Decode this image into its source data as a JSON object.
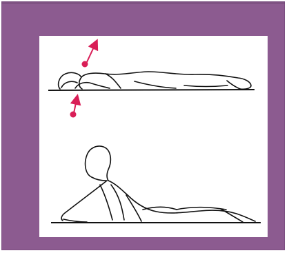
{
  "colors": {
    "frame": "#8c5b90",
    "panel": "#ffffff",
    "ink": "#111111",
    "arrow": "#d91e57"
  },
  "figures": [
    {
      "name": "prone-resting-figure",
      "icon": "prone-body-outline"
    },
    {
      "name": "cobra-pose-figure",
      "icon": "cobra-pose-outline"
    }
  ],
  "markers": [
    {
      "name": "upper-lift-marker",
      "icon": "red-dot-arrow-up"
    },
    {
      "name": "lower-support-marker",
      "icon": "red-dot-arrow-up"
    }
  ]
}
